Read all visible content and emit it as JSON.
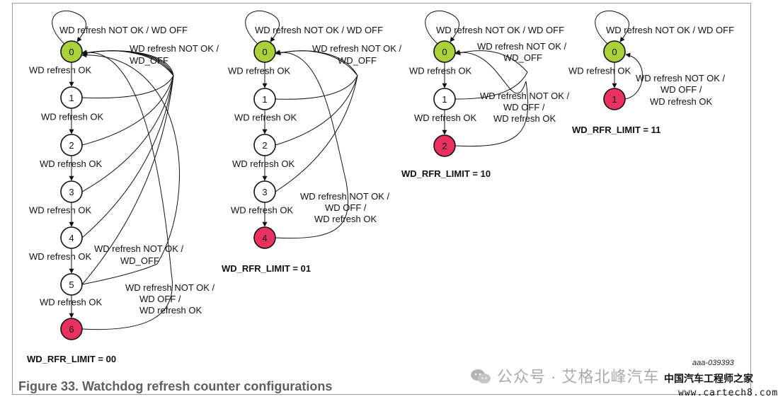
{
  "labels": {
    "ok": "WD refresh OK",
    "self_loop": "WD refresh NOT OK / WD OFF",
    "reset_a": "WD refresh NOT OK /",
    "reset_b": "WD_OFF",
    "final_a": "WD refresh NOT OK /",
    "final_b": "WD OFF /",
    "final_c": "WD refresh OK"
  },
  "diagrams": [
    {
      "limit_label": "WD_RFR_LIMIT = 00",
      "states": [
        "0",
        "1",
        "2",
        "3",
        "4",
        "5",
        "6"
      ]
    },
    {
      "limit_label": "WD_RFR_LIMIT = 01",
      "states": [
        "0",
        "1",
        "2",
        "3",
        "4"
      ]
    },
    {
      "limit_label": "WD_RFR_LIMIT = 10",
      "states": [
        "0",
        "1",
        "2"
      ]
    },
    {
      "limit_label": "WD_RFR_LIMIT = 11",
      "states": [
        "0",
        "1"
      ]
    }
  ],
  "colors": {
    "start": "#a8d13a",
    "final": "#e8315f",
    "normal": "#ffffff",
    "stroke": "#111111"
  },
  "figure_caption": "Figure 33.  Watchdog refresh counter configurations",
  "reference_id": "aaa-039393",
  "watermark": {
    "text": "公众号 · 艾格北峰汽车",
    "icon": "wechat-icon"
  },
  "site_logo": "中国汽车工程师之家",
  "site_url": "www.cartech8.com"
}
